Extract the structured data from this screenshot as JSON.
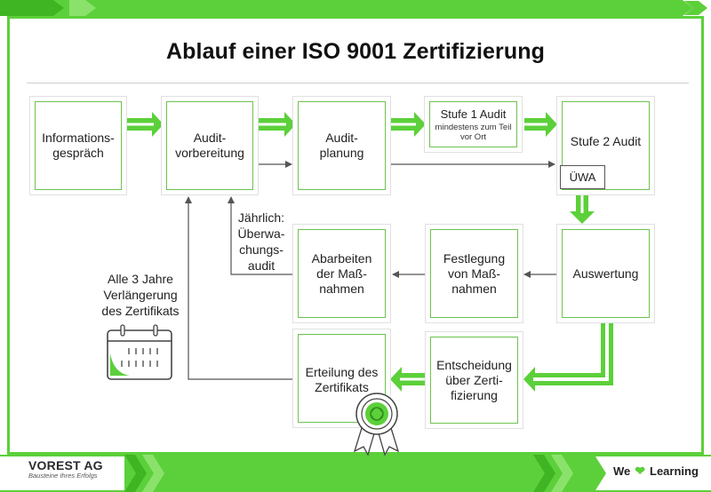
{
  "title": "Ablauf einer ISO 9001 Zertifizierung",
  "boxes": {
    "info": "Informations-\ngespräch",
    "prep": "Audit-\nvorbereitung",
    "plan": "Audit-\nplanung",
    "stage1_title": "Stufe 1 Audit",
    "stage1_note": "mindestens zum Teil\nvor Ort",
    "stage2": "Stufe 2 Audit",
    "uewa": "ÜWA",
    "eval": "Auswertung",
    "measures": "Festlegung\nvon Maß-\nnahmen",
    "work": "Abarbeiten\nder Maß-\nnahmen",
    "decision": "Entscheidung\nüber Zerti-\nfizierung",
    "issue": "Erteilung des\nZertifikats"
  },
  "labels": {
    "annual": "Jährlich:\nÜberwa-\nchungs-\naudit",
    "renewal": "Alle 3 Jahre\nVerlängerung\ndes Zertifikats"
  },
  "footer": {
    "brand": "VOREST AG",
    "tagline": "Bausteine Ihres Erfolgs",
    "slogan_we": "We",
    "slogan_learning": "Learning"
  },
  "colors": {
    "accent": "#5cd03a",
    "box_border": "#6fc24f",
    "arrow": "#555555"
  },
  "icons": [
    "calendar-icon",
    "certificate-badge-icon",
    "heart-icon"
  ]
}
